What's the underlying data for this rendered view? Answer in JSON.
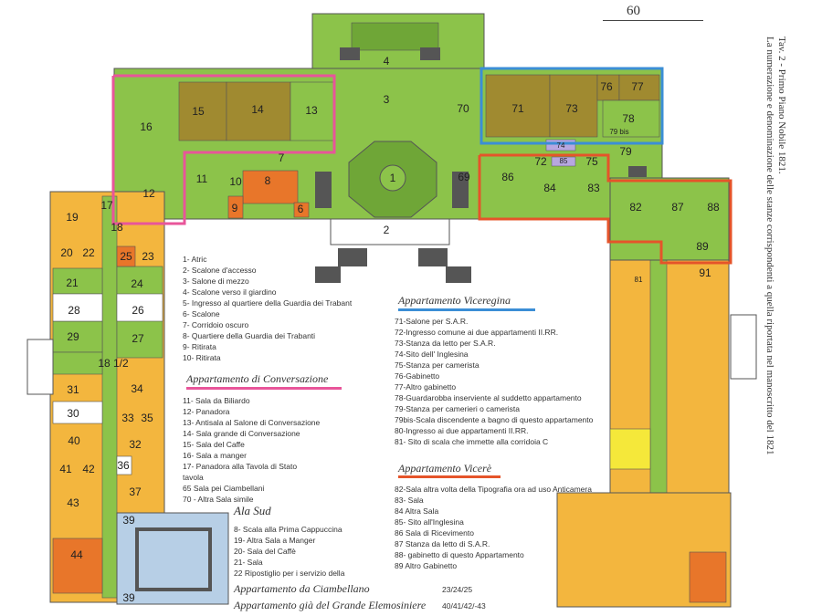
{
  "page_number": "60",
  "caption": {
    "line1": "Tav. 2 - Primo Piano Nobile 1821.",
    "line2": "La numerazione e denominazione delle stanze corrispondenti a quella riportata nel manoscritto del 1821"
  },
  "colors": {
    "green": "#8cc34a",
    "green_dark": "#6fa637",
    "olive": "#a08a30",
    "orange_light": "#f3b63e",
    "orange_dark": "#e8762a",
    "blue_light": "#b7cfe6",
    "yellow": "#f5e83a",
    "white_room": "#ffffff",
    "pink_outline": "#e8559a",
    "blue_outline": "#3b8ed6",
    "red_outline": "#e5542a",
    "stairs": "#555555"
  },
  "rooms": {
    "r1": "1",
    "r2": "2",
    "r3": "3",
    "r4": "4",
    "r6": "6",
    "r7": "7",
    "r8": "8",
    "r9": "9",
    "r10": "10",
    "r11": "11",
    "r12": "12",
    "r13": "13",
    "r14": "14",
    "r15": "15",
    "r16": "16",
    "r17": "17",
    "r18": "18",
    "r18b": "18 1/2",
    "r19": "19",
    "r20": "20",
    "r21": "21",
    "r22": "22",
    "r23": "23",
    "r24": "24",
    "r25": "25",
    "r26": "26",
    "r27": "27",
    "r28": "28",
    "r29": "29",
    "r30": "30",
    "r31": "31",
    "r32": "32",
    "r33": "33",
    "r34": "34",
    "r35": "35",
    "r36": "36",
    "r37": "37",
    "r39a": "39",
    "r39b": "39",
    "r40": "40",
    "r41": "41",
    "r42": "42",
    "r43": "43",
    "r44": "44",
    "r69": "69",
    "r70": "70",
    "r71": "71",
    "r72": "72",
    "r73": "73",
    "r74": "74",
    "r75": "75",
    "r76": "76",
    "r77": "77",
    "r78": "78",
    "r79": "79",
    "r79b": "79 bis",
    "r81": "81",
    "r82": "82",
    "r83": "83",
    "r84": "84",
    "r85": "85",
    "r86": "86",
    "r87": "87",
    "r88": "88",
    "r89": "89",
    "r91": "91"
  },
  "legend_main": [
    "1- Atric",
    "2- Scalone d'accesso",
    "3- Salone di mezzo",
    "4- Scalone verso il giardino",
    "5- Ingresso al quartiere della Guardia dei Trabant",
    "6- Scalone",
    "7- Corridoio oscuro",
    "8- Quartiere della Guardia dei Trabanti",
    "9- Ritirata",
    "10- Ritirata"
  ],
  "section_conversazione": {
    "title": "Appartamento di Conversazione",
    "items": [
      "11- Sala da Biliardo",
      "12- Panadora",
      "13- Antisala al Salone di Conversazione",
      "14- Sala grande di Conversazione",
      "15- Sala del Caffe",
      "16- Sala a manger",
      "17- Panadora alla Tavola di Stato",
      "tavola",
      "65  Sala pei Ciambellani",
      "70 - Altra Sala simile"
    ]
  },
  "section_alasud": {
    "title": "Ala Sud",
    "items": [
      "8- Scala alla Prima Cappuccina",
      "19- Altra Sala a Manger",
      "20- Sala del Caffè",
      "21- Sala",
      "22  Ripostiglio per i servizio della"
    ]
  },
  "section_viceregina": {
    "title": "Appartamento Viceregina",
    "items": [
      "71-Salone per S.A.R.",
      "72-Ingresso comune ai due appartamenti II.RR.",
      "73-Stanza da letto per S.A.R.",
      "74-Sito dell' Inglesina",
      "75-Stanza per camerista",
      "76-Gabinetto",
      "77-Altro gabinetto",
      "78-Guardarobba inserviente al suddetto appartamento",
      "79-Stanza per camerieri o camerista",
      "79bis-Scala discendente a bagno di questo appartamento",
      "80-Ingresso ai due appartamenti II.RR.",
      "81- Sito di scala che immette alla corridoia C"
    ]
  },
  "section_vicere": {
    "title": "Appartamento Vicerè",
    "items": [
      "82-Sala altra volta della Tipografia ora ad uso Anticamera",
      "83- Sala",
      "84 Altra Sala",
      "85- Sito all'Inglesina",
      "86 Sala di Ricevimento",
      "87 Stanza da letto di S.A.R.",
      "88- gabinetto di questo Appartamento",
      "89 Altro Gabinetto"
    ]
  },
  "bottom": {
    "ciambellano_label": "Appartamento  da Ciambellano",
    "ciambellano_rooms": "23/24/25",
    "elemosiniere_label": "Appartamento  già del Grande Elemosiniere",
    "elemosiniere_rooms": "40/41/42/-43"
  }
}
